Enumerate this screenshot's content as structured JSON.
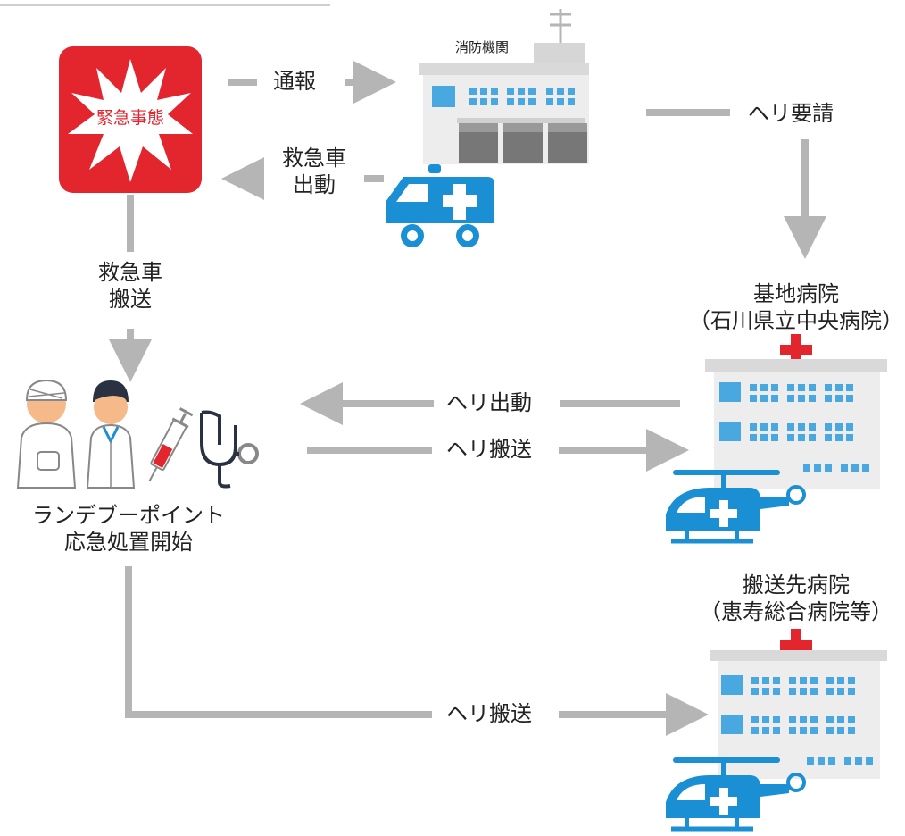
{
  "colors": {
    "arrow": "#b5b5b5",
    "emergency_red": "#e3252e",
    "vehicle_blue": "#1a8fd3",
    "building_gray": "#e6e6e6",
    "window_blue": "#4aa8e0",
    "cross_red": "#e3252e"
  },
  "nodes": {
    "emergency": "緊急事態",
    "fire_dept": "消防機関",
    "base_hospital_line1": "基地病院",
    "base_hospital_line2": "（石川県立中央病院）",
    "dest_hospital_line1": "搬送先病院",
    "dest_hospital_line2": "（恵寿総合病院等）",
    "rendezvous_line1": "ランデブーポイント",
    "rendezvous_line2": "応急処置開始"
  },
  "edges": {
    "report": "通報",
    "ambulance_dispatch_line1": "救急車",
    "ambulance_dispatch_line2": "出動",
    "heli_request": "ヘリ要請",
    "ambulance_transport_line1": "救急車",
    "ambulance_transport_line2": "搬送",
    "heli_dispatch": "ヘリ出動",
    "heli_transport_1": "ヘリ搬送",
    "heli_transport_2": "ヘリ搬送"
  },
  "icons": [
    "starburst-icon",
    "fire-station-icon",
    "ambulance-icon",
    "injured-patient-icon",
    "doctor-icon",
    "syringe-icon",
    "stethoscope-icon",
    "hospital-icon",
    "helicopter-icon"
  ]
}
